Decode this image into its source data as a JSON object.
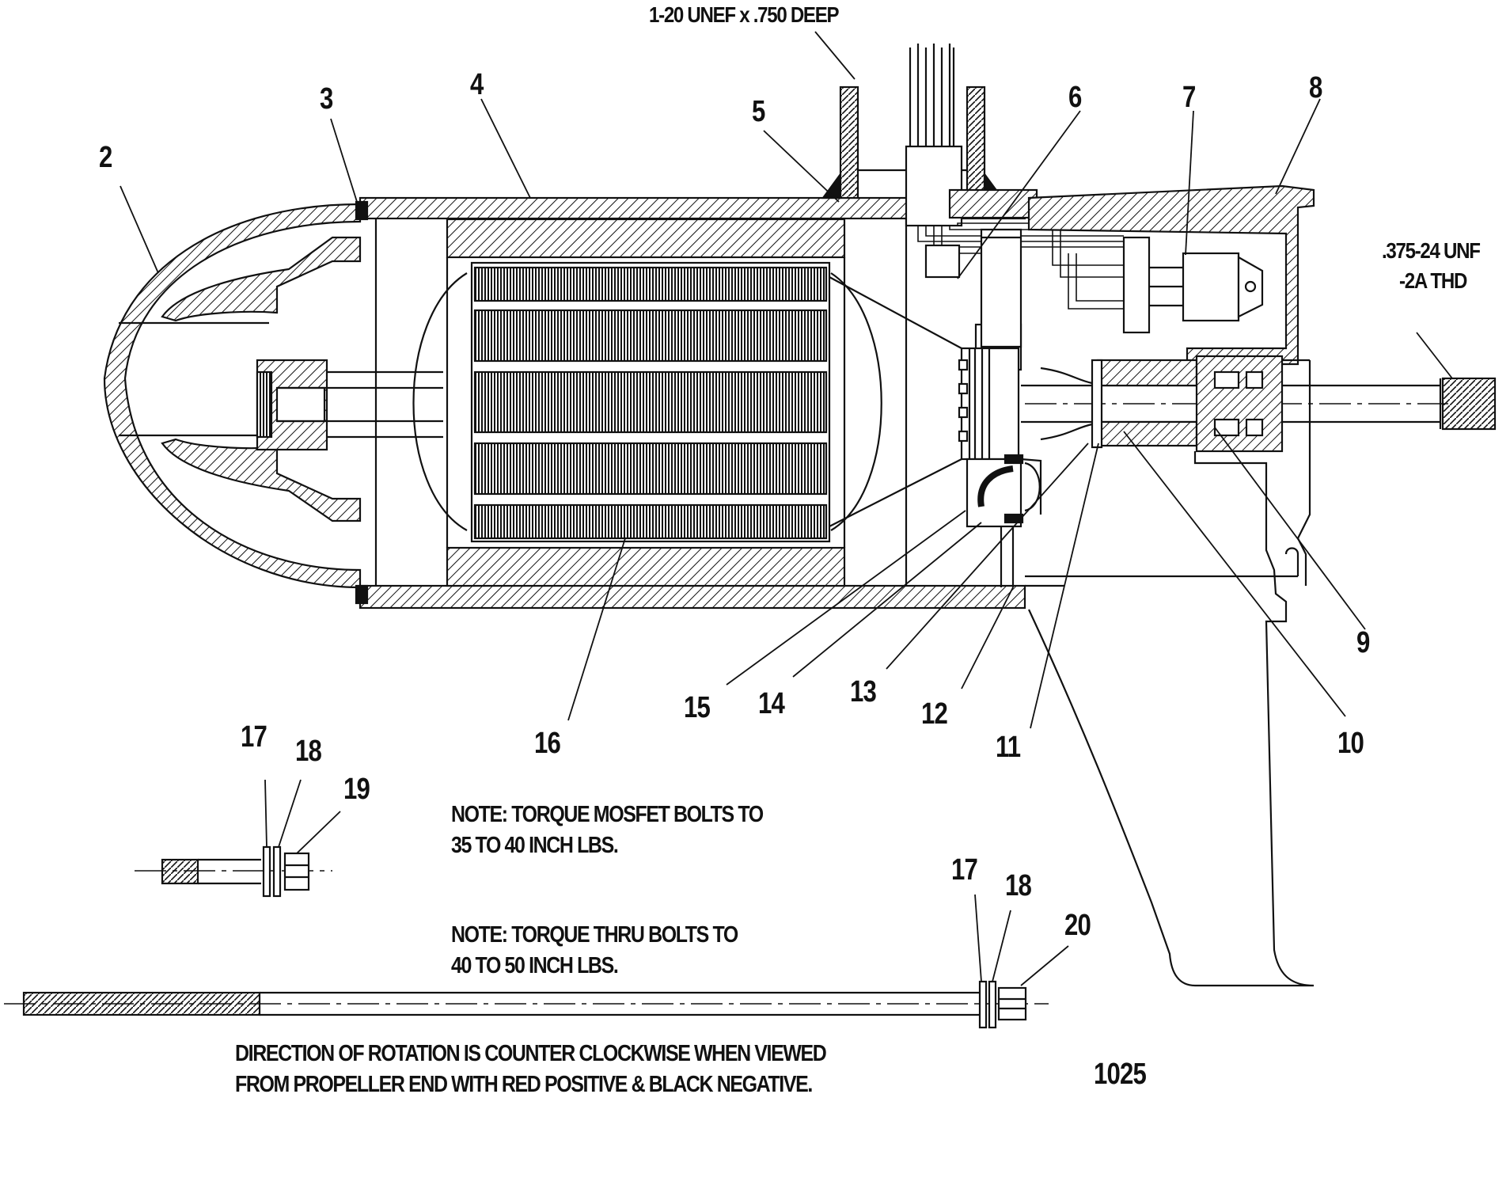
{
  "colors": {
    "line": "#111111",
    "background": "#ffffff"
  },
  "specs": {
    "thread_top": "1-20 UNEF x .750 DEEP",
    "thread_shaft_1": ".375-24 UNF",
    "thread_shaft_2": "-2A THD"
  },
  "callouts": [
    "2",
    "3",
    "4",
    "5",
    "6",
    "7",
    "8",
    "9",
    "10",
    "11",
    "12",
    "13",
    "14",
    "15",
    "16",
    "17",
    "18",
    "19",
    "17",
    "18",
    "20"
  ],
  "notes": {
    "mosfet_1": "NOTE: TORQUE MOSFET BOLTS TO",
    "mosfet_2": "35 TO 40 INCH LBS.",
    "thru_1": "NOTE: TORQUE THRU BOLTS TO",
    "thru_2": "40 TO 50 INCH LBS.",
    "rotation_1": "DIRECTION OF ROTATION IS COUNTER CLOCKWISE WHEN VIEWED",
    "rotation_2": "FROM PROPELLER END WITH RED POSITIVE & BLACK NEGATIVE."
  },
  "drawing_number": "1025"
}
